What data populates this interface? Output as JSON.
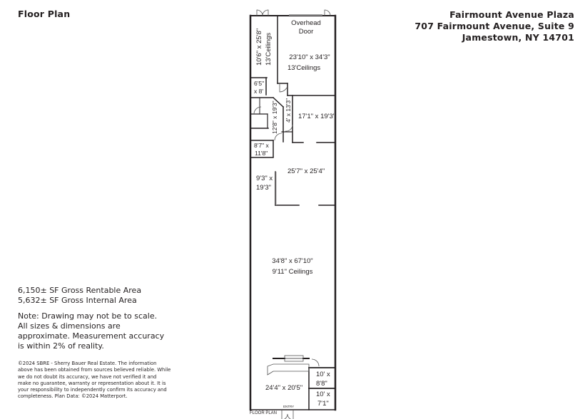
{
  "header": {
    "title": "Floor Plan",
    "address": {
      "line1": "Fairmount Avenue Plaza",
      "line2": "707 Fairmount Avenue, Suite 9",
      "line3": "Jamestown, NY  14701"
    }
  },
  "areas": {
    "rentable": "6,150± SF Gross Rentable Area",
    "internal": "5,632± SF Gross Internal Area"
  },
  "note": "Note: Drawing may not be to scale. All sizes & dimensions are approximate. Measurement accuracy is within 2% of reality.",
  "disclaimer": "©2024 SBRE - Sherry Bauer Real Estate. The information above has been obtained from sources believed reliable. While we do not doubt its accuracy, we have not verified it and make no guarantee, warranty or representation about it. It is your responsibility to independently confirm its accuracy and completeness. Plan Data: ©2024 Matterport.",
  "plan": {
    "caption": "FLOOR PLAN",
    "entry_label": "ENTRY",
    "rooms": {
      "overhead_door_1": "Overhead",
      "overhead_door_2": "Door",
      "warehouse_dim": "23'10\" x 34'3\"",
      "warehouse_ceiling": "13'Ceilings",
      "side_room_dim": "10'6\" x 25'8\"",
      "side_room_ceiling": "13'Ceilings",
      "small_room_1a": "6'5\"",
      "small_room_1b": "x 8'",
      "hall_dim": "12'8\" x 19'3\"",
      "closet_dim": "4' x 13'3\"",
      "office_a_dim": "17'1\" x 19'3\"",
      "small_room_2a": "8'7\" x",
      "small_room_2b": "11'8\"",
      "office_b_dim": "25'7\" x 25'4\"",
      "room_c_a": "9'3\" x",
      "room_c_b": "19'3\"",
      "main_dim": "34'8\" x 67'10\"",
      "main_ceiling": "9'11\" Ceilings",
      "front_dim": "24'4\" x 20'5\"",
      "front_office_1a": "10' x",
      "front_office_1b": "8'8\"",
      "front_office_2a": "10' x",
      "front_office_2b": "7'1\""
    }
  }
}
